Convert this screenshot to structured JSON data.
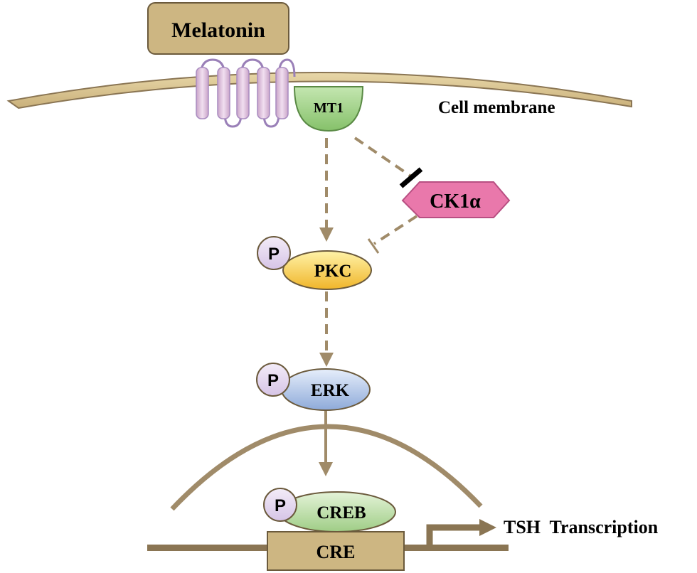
{
  "nodes": {
    "melatonin": "Melatonin",
    "receptor": "MT1",
    "membrane": "Cell membrane",
    "ck1a": "CK1α",
    "pkc": "PKC",
    "erk": "ERK",
    "creb": "CREB",
    "cre": "CRE",
    "phospho": "P",
    "output": "TSH  Transcription"
  },
  "colors": {
    "tan": "#cdb682",
    "tan_dark": "#8a7553",
    "arrow": "#a08b69",
    "receptor_green": "#a8d591",
    "helix_purple": "#d9b6d6",
    "ck1a_pink": "#e978ab",
    "pkc_yellow": "#f7c942",
    "erk_blue": "#b9cbe8",
    "creb_green": "#c7e3b0",
    "phospho_lilac": "#e3d6ee"
  }
}
